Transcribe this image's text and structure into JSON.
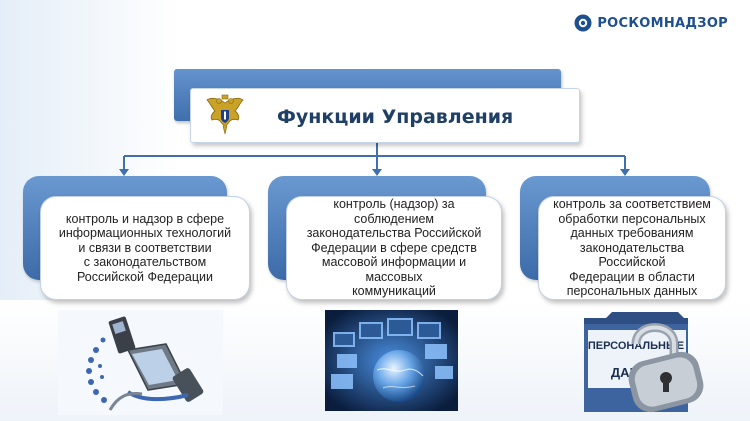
{
  "brand": {
    "name": "РОСКОМНАДЗОР"
  },
  "title": {
    "text": "Функции Управления"
  },
  "cards": [
    {
      "text": "контроль и надзор в сфере\nинформационных технологий\nи связи в соответствии\nс законодательством\nРоссийской Федерации"
    },
    {
      "text": "контроль (надзор) за соблюдением\nзаконодательства Российской\nФедерации в сфере средств\nмассовой информации и массовых\nкоммуникаций"
    },
    {
      "text": "контроль за соответствием\nобработки персональных\nданных требованиям\nзаконодательства Российской\nФедерации в области\nперсональных данных"
    }
  ],
  "images": {
    "left": "telecom-devices-image",
    "middle": "media-screens-globe-image",
    "right_label_top": "ПЕРСОНАЛЬНЫЕ",
    "right_label_bottom": "ДАННЫ"
  },
  "colors": {
    "accent": "#3f6fad",
    "accent_light": "#6a98d0",
    "title_text": "#1f3f66",
    "brand": "#1e4f8f"
  }
}
